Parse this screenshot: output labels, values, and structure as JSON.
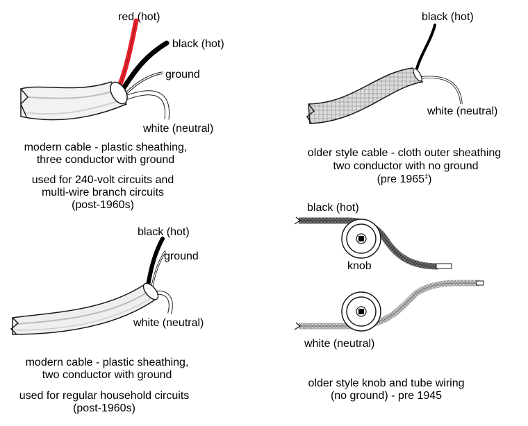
{
  "colors": {
    "hot_red": "#e8202a",
    "hot_black": "#000000",
    "sheath_plastic": "#f2f2f2",
    "sheath_cloth": "#d8d8d8",
    "outline": "#1a1a1a",
    "background": "#ffffff"
  },
  "panels": {
    "modern_three": {
      "wire_labels": {
        "red": "red (hot)",
        "black": "black (hot)",
        "ground": "ground",
        "white": "white (neutral)"
      },
      "caption_line1": "modern cable - plastic sheathing,",
      "caption_line2": "three conductor with ground",
      "use_line1": "used for 240-volt circuits and",
      "use_line2": "multi-wire branch circuits",
      "use_line3": "(post-1960s)"
    },
    "modern_two": {
      "wire_labels": {
        "black": "black (hot)",
        "ground": "ground",
        "white": "white (neutral)"
      },
      "caption_line1": "modern cable - plastic sheathing,",
      "caption_line2": "two conductor with ground",
      "use_line1": "used for regular household circuits",
      "use_line2": "(post-1960s)"
    },
    "cloth_cable": {
      "wire_labels": {
        "black": "black (hot)",
        "white": "white (neutral)"
      },
      "caption_line1": "older style cable - cloth outer sheathing",
      "caption_line2": "two conductor with no ground",
      "caption_line3": "(pre 1965",
      "caption_mark": "‡",
      "caption_line3_end": ")"
    },
    "knob_tube": {
      "wire_labels": {
        "black": "black (hot)",
        "knob": "knob",
        "white": "white (neutral)"
      },
      "caption_line1": "older style knob and tube wiring",
      "caption_line2": "(no ground) - pre 1945"
    }
  }
}
